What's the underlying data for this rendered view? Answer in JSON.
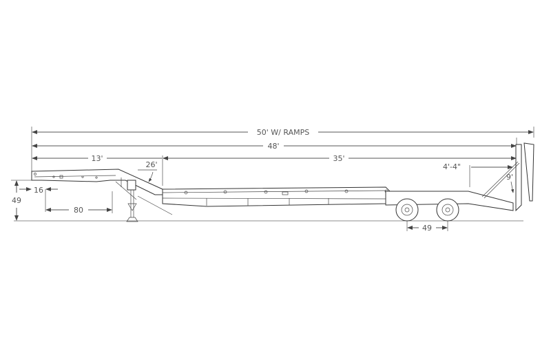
{
  "drawing": {
    "subject": "Tandem-axle lowboy trailer with ramps, side elevation",
    "dimensions": {
      "overall_with_ramps": "50' W/ RAMPS",
      "overall": "48'",
      "gooseneck_length": "13'",
      "deck_length": "35'",
      "gooseneck_angle": "26'",
      "ramp_length": "4'-4\"",
      "ramp_angle": "9'",
      "front_overhang": "16",
      "front_height": "49",
      "kingpin_to_landing_gear": "80",
      "axle_spread": "49"
    },
    "colors": {
      "background": "#ffffff",
      "line": "#444444",
      "dimension_text": "#555555"
    }
  }
}
